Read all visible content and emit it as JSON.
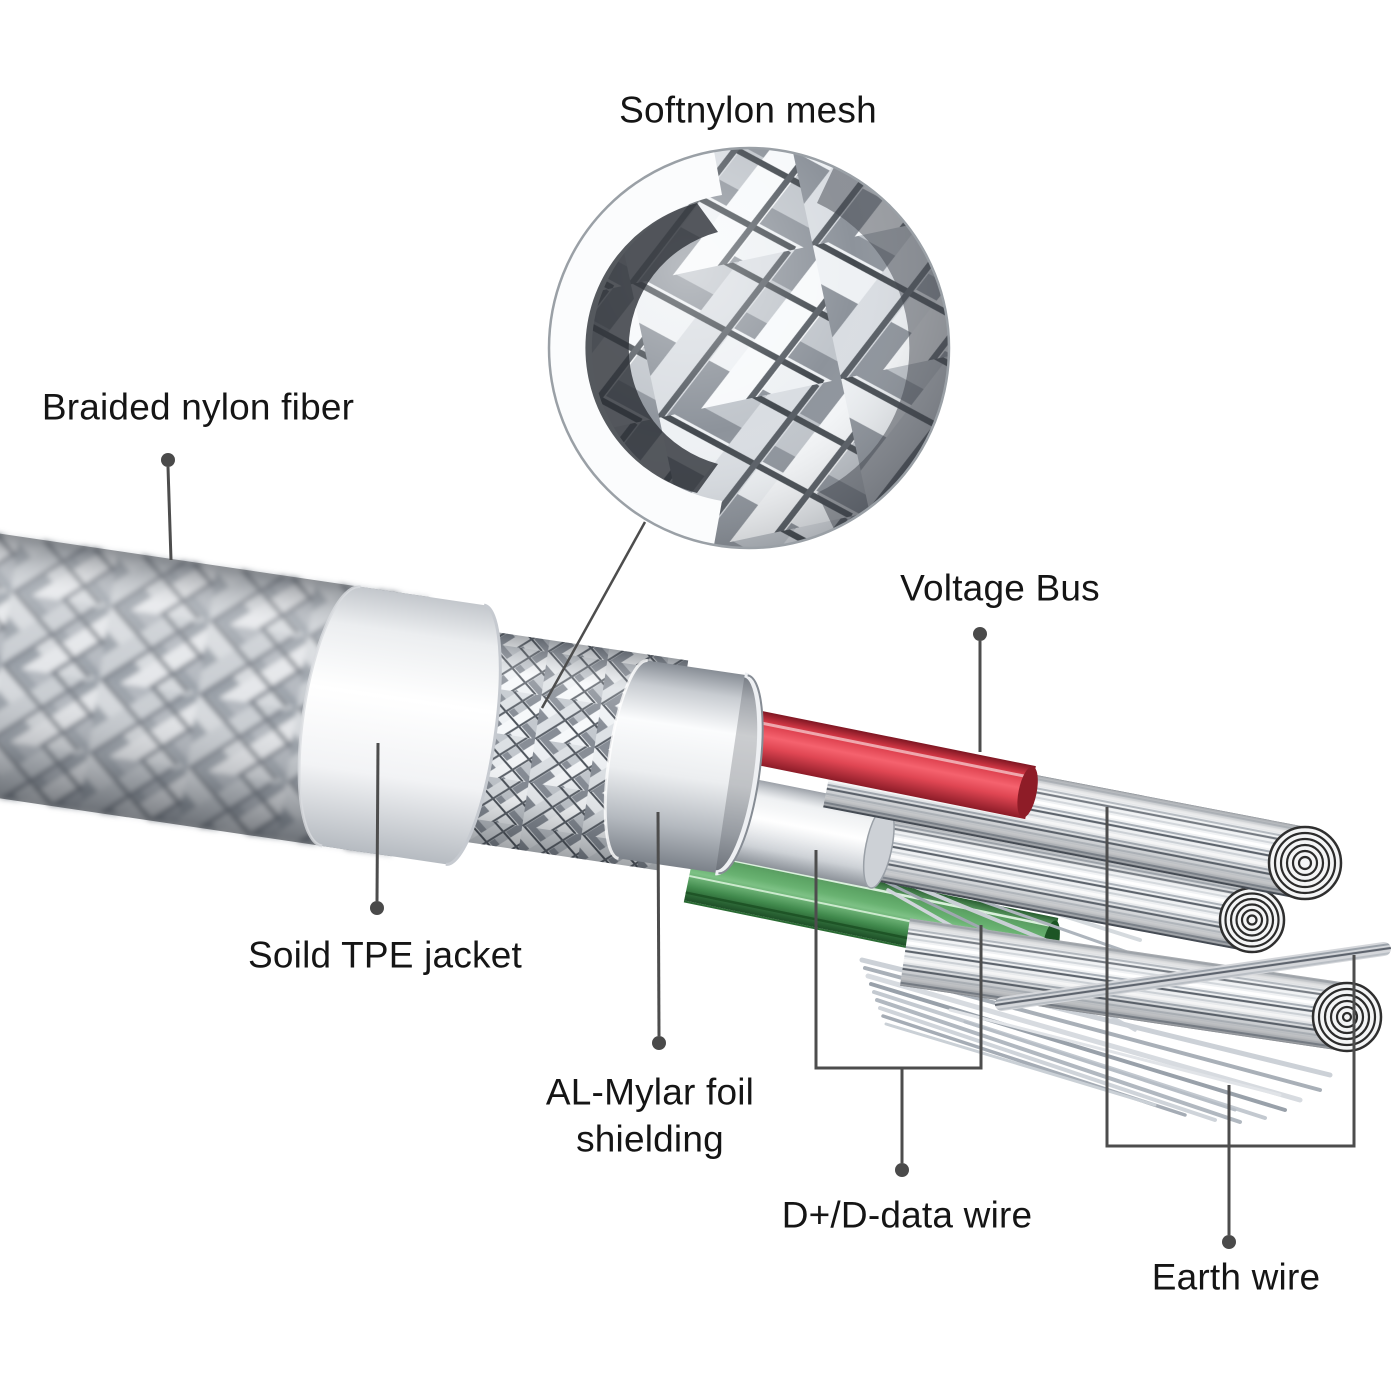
{
  "diagram": {
    "subject": "Nylon braided USB charging cable construction cutaway",
    "background_color": "#ffffff",
    "leader_color": "#4d4d4d",
    "text_color": "#151515",
    "callouts": {
      "softnylon_mesh": "Softnylon mesh",
      "braided_nylon_fiber": "Braided nylon fiber",
      "voltage_bus": "Voltage Bus",
      "tpe_jacket": "Soild TPE jacket",
      "al_mylar_foil": "AL-Mylar foil shielding",
      "data_wire": "D+/D-data wire",
      "earth_wire": "Earth wire"
    },
    "materials": {
      "voltage_bus_wire_color": "#d93a48",
      "data_wire_green": "#4f9e58",
      "braid_gray": "#9aa0a8",
      "foil_silver": "#e9ebee",
      "jacket_white": "#ffffff"
    }
  }
}
